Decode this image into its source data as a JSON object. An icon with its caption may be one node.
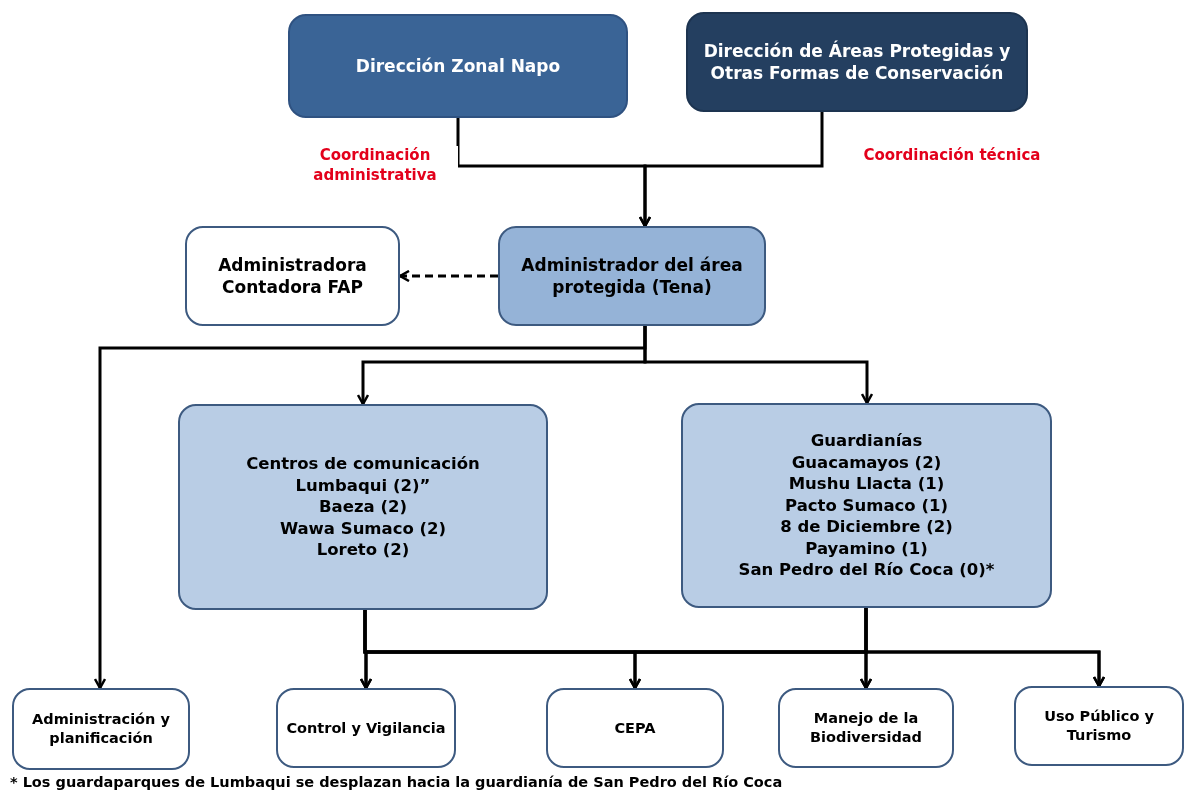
{
  "diagram": {
    "nodes": [
      {
        "text": [
          "Dirección Zonal Napo"
        ]
      },
      {
        "text": [
          "Dirección de Áreas Protegidas y Otras Formas de Conservación"
        ]
      },
      {
        "text": [
          "Administradora Contadora FAP"
        ]
      },
      {
        "text": [
          "Administrador del área protegida (Tena)"
        ]
      },
      {
        "text": [
          "Centros de comunicación",
          "Lumbaqui (2)”",
          "Baeza (2)",
          "Wawa Sumaco (2)",
          "Loreto (2)"
        ]
      },
      {
        "text": [
          "Guardianías",
          "Guacamayos (2)",
          "Mushu Llacta (1)",
          "Pacto Sumaco (1)",
          "8 de Diciembre (2)",
          "Payamino (1)",
          "San Pedro del Río Coca (0)*"
        ]
      },
      {
        "text": [
          "Administración y planificación"
        ]
      },
      {
        "text": [
          "Control y Vigilancia"
        ]
      },
      {
        "text": [
          "CEPA"
        ]
      },
      {
        "text": [
          "Manejo de la Biodiversidad"
        ]
      },
      {
        "text": [
          "Uso Público y Turismo"
        ]
      }
    ],
    "edges": [
      {
        "from": 0,
        "to": 3,
        "arrow": "to",
        "label": "Coordinación administrativa"
      },
      {
        "from": 1,
        "to": 3,
        "arrow": "to",
        "label": "Coordinación técnica"
      },
      {
        "from": 3,
        "to": 2,
        "arrow": "to",
        "style": "dashed"
      },
      {
        "from": 3,
        "to": 4,
        "arrow": "to"
      },
      {
        "from": 3,
        "to": 5,
        "arrow": "to"
      },
      {
        "from": 3,
        "to": 6,
        "arrow": "to"
      },
      {
        "from": 4,
        "to": 7,
        "arrow": "to"
      },
      {
        "from": 4,
        "to": 8,
        "arrow": "to"
      },
      {
        "from": 4,
        "to": 9,
        "arrow": "to"
      },
      {
        "from": 4,
        "to": 10,
        "arrow": "to"
      },
      {
        "from": 5,
        "to": 7,
        "arrow": "to"
      },
      {
        "from": 5,
        "to": 8,
        "arrow": "to"
      },
      {
        "from": 5,
        "to": 9,
        "arrow": "to"
      },
      {
        "from": 5,
        "to": 10,
        "arrow": "to"
      }
    ],
    "labels": [
      "* Los guardaparques de Lumbaqui se desplazan hacia la guardianía de San Pedro del Río Coca"
    ]
  }
}
